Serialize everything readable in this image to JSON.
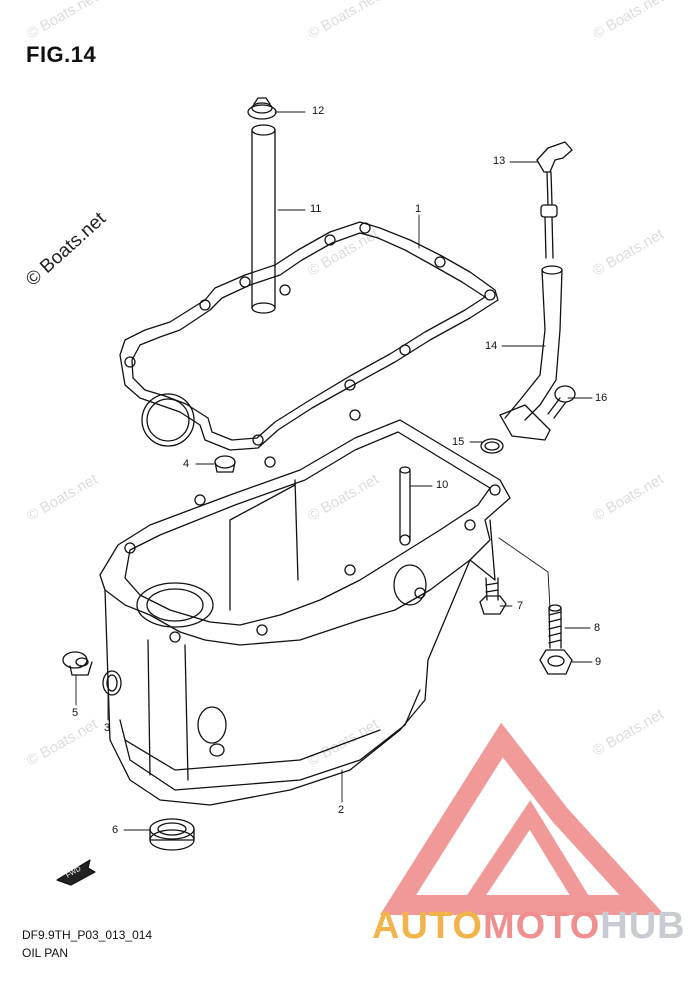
{
  "figure": {
    "title": "FIG.14",
    "code": "DF9.9TH_P03_013_014",
    "name": "OIL PAN"
  },
  "watermark": {
    "text": "© Boats.net",
    "main_text": "© Boats.net"
  },
  "badge": {
    "fwd": "FWD"
  },
  "brand": {
    "part1": "AUTO",
    "part2": "MOTO",
    "part3": "HUB",
    "colors": {
      "auto": "#f2b44a",
      "moto": "#f08f8f",
      "hub": "#c9cbd3",
      "logo": "#f08f8f"
    }
  },
  "callouts": [
    {
      "id": "1",
      "label": "1"
    },
    {
      "id": "2",
      "label": "2"
    },
    {
      "id": "3",
      "label": "3"
    },
    {
      "id": "4",
      "label": "4"
    },
    {
      "id": "5",
      "label": "5"
    },
    {
      "id": "6",
      "label": "6"
    },
    {
      "id": "7",
      "label": "7"
    },
    {
      "id": "8",
      "label": "8"
    },
    {
      "id": "9",
      "label": "9"
    },
    {
      "id": "10",
      "label": "10"
    },
    {
      "id": "11",
      "label": "11"
    },
    {
      "id": "12",
      "label": "12"
    },
    {
      "id": "13",
      "label": "13"
    },
    {
      "id": "14",
      "label": "14"
    },
    {
      "id": "15",
      "label": "15"
    },
    {
      "id": "16",
      "label": "16"
    }
  ]
}
